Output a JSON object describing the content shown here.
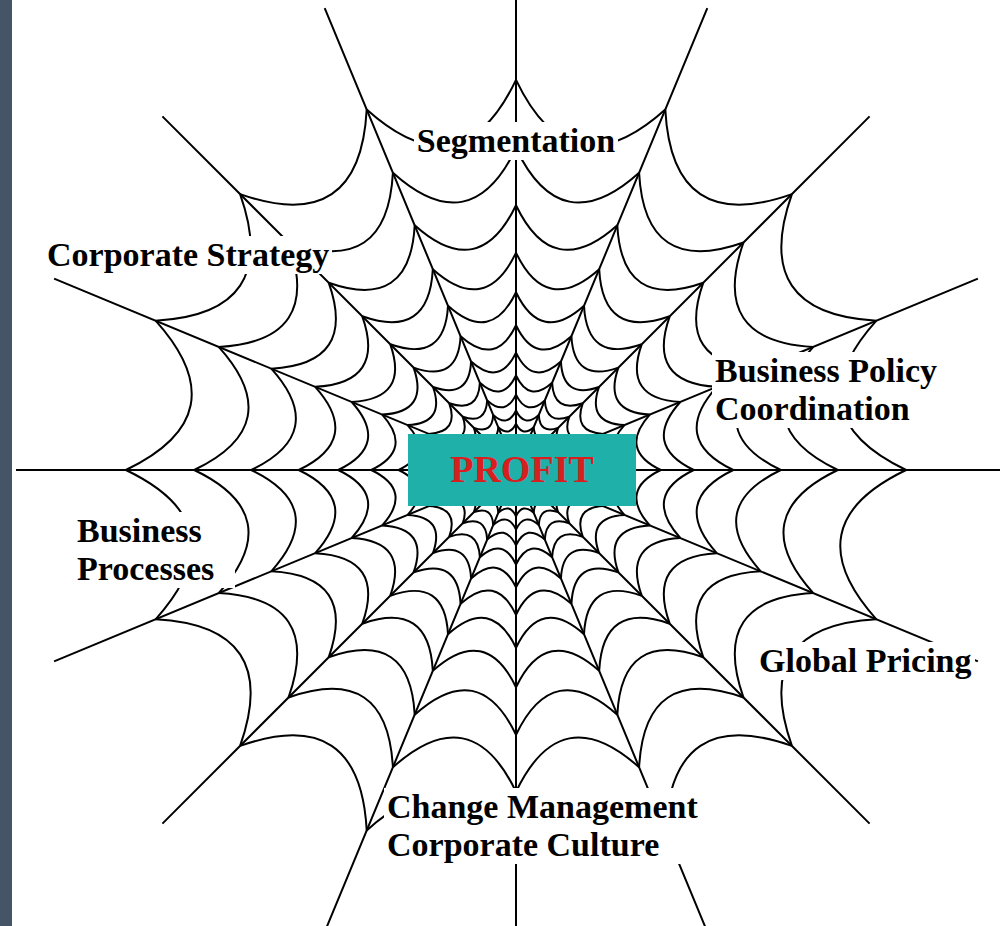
{
  "diagram": {
    "nodes": [
      {
        "text": [
          "PROFIT"
        ]
      }
    ],
    "labels": [
      "Segmentation",
      "Corporate Strategy",
      "Business Policy Coordination",
      "Business Processes",
      "Global Pricing",
      "Change Management Corporate Culture"
    ]
  }
}
